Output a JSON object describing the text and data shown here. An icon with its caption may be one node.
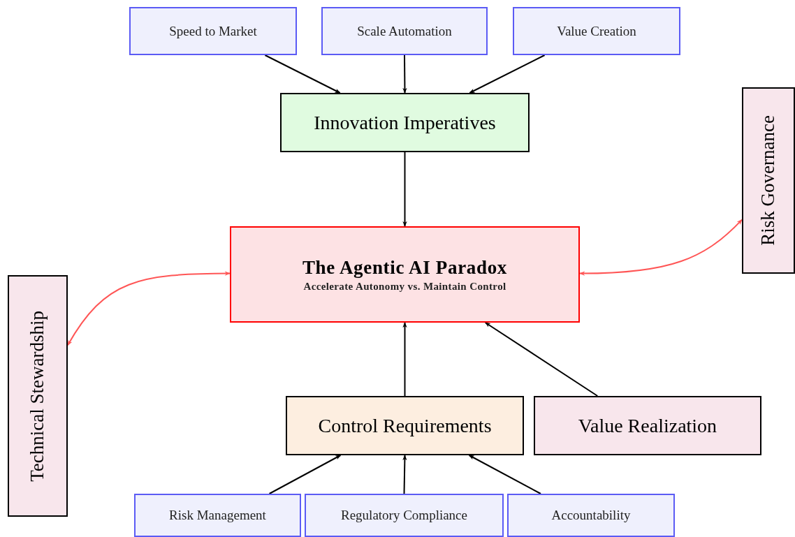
{
  "diagram": {
    "nodes": [
      {
        "text": [
          "Speed to Market"
        ]
      },
      {
        "text": [
          "Scale Automation"
        ]
      },
      {
        "text": [
          "Value Creation"
        ]
      },
      {
        "text": [
          "Innovation Imperatives"
        ]
      },
      {
        "text": [
          "The Agentic AI Paradox",
          "Accelerate Autonomy vs. Maintain Control"
        ]
      },
      {
        "text": [
          "Risk Governance"
        ]
      },
      {
        "text": [
          "Technical Stewardship"
        ]
      },
      {
        "text": [
          "Control Requirements"
        ]
      },
      {
        "text": [
          "Value Realization"
        ]
      },
      {
        "text": [
          "Risk Management"
        ]
      },
      {
        "text": [
          "Regulatory Compliance"
        ]
      },
      {
        "text": [
          "Accountability"
        ]
      }
    ],
    "edges": [
      {
        "from": 0,
        "to": 3,
        "arrow": "to"
      },
      {
        "from": 1,
        "to": 3,
        "arrow": "to"
      },
      {
        "from": 2,
        "to": 3,
        "arrow": "to"
      },
      {
        "from": 3,
        "to": 4,
        "arrow": "to"
      },
      {
        "from": 4,
        "to": 5,
        "arrow": "both",
        "color": "#ff5555"
      },
      {
        "from": 4,
        "to": 6,
        "arrow": "both",
        "color": "#ff5555"
      },
      {
        "from": 7,
        "to": 4,
        "arrow": "to"
      },
      {
        "from": 8,
        "to": 4,
        "arrow": "to"
      },
      {
        "from": 9,
        "to": 7,
        "arrow": "to"
      },
      {
        "from": 10,
        "to": 7,
        "arrow": "to"
      },
      {
        "from": 11,
        "to": 7,
        "arrow": "to"
      }
    ]
  }
}
